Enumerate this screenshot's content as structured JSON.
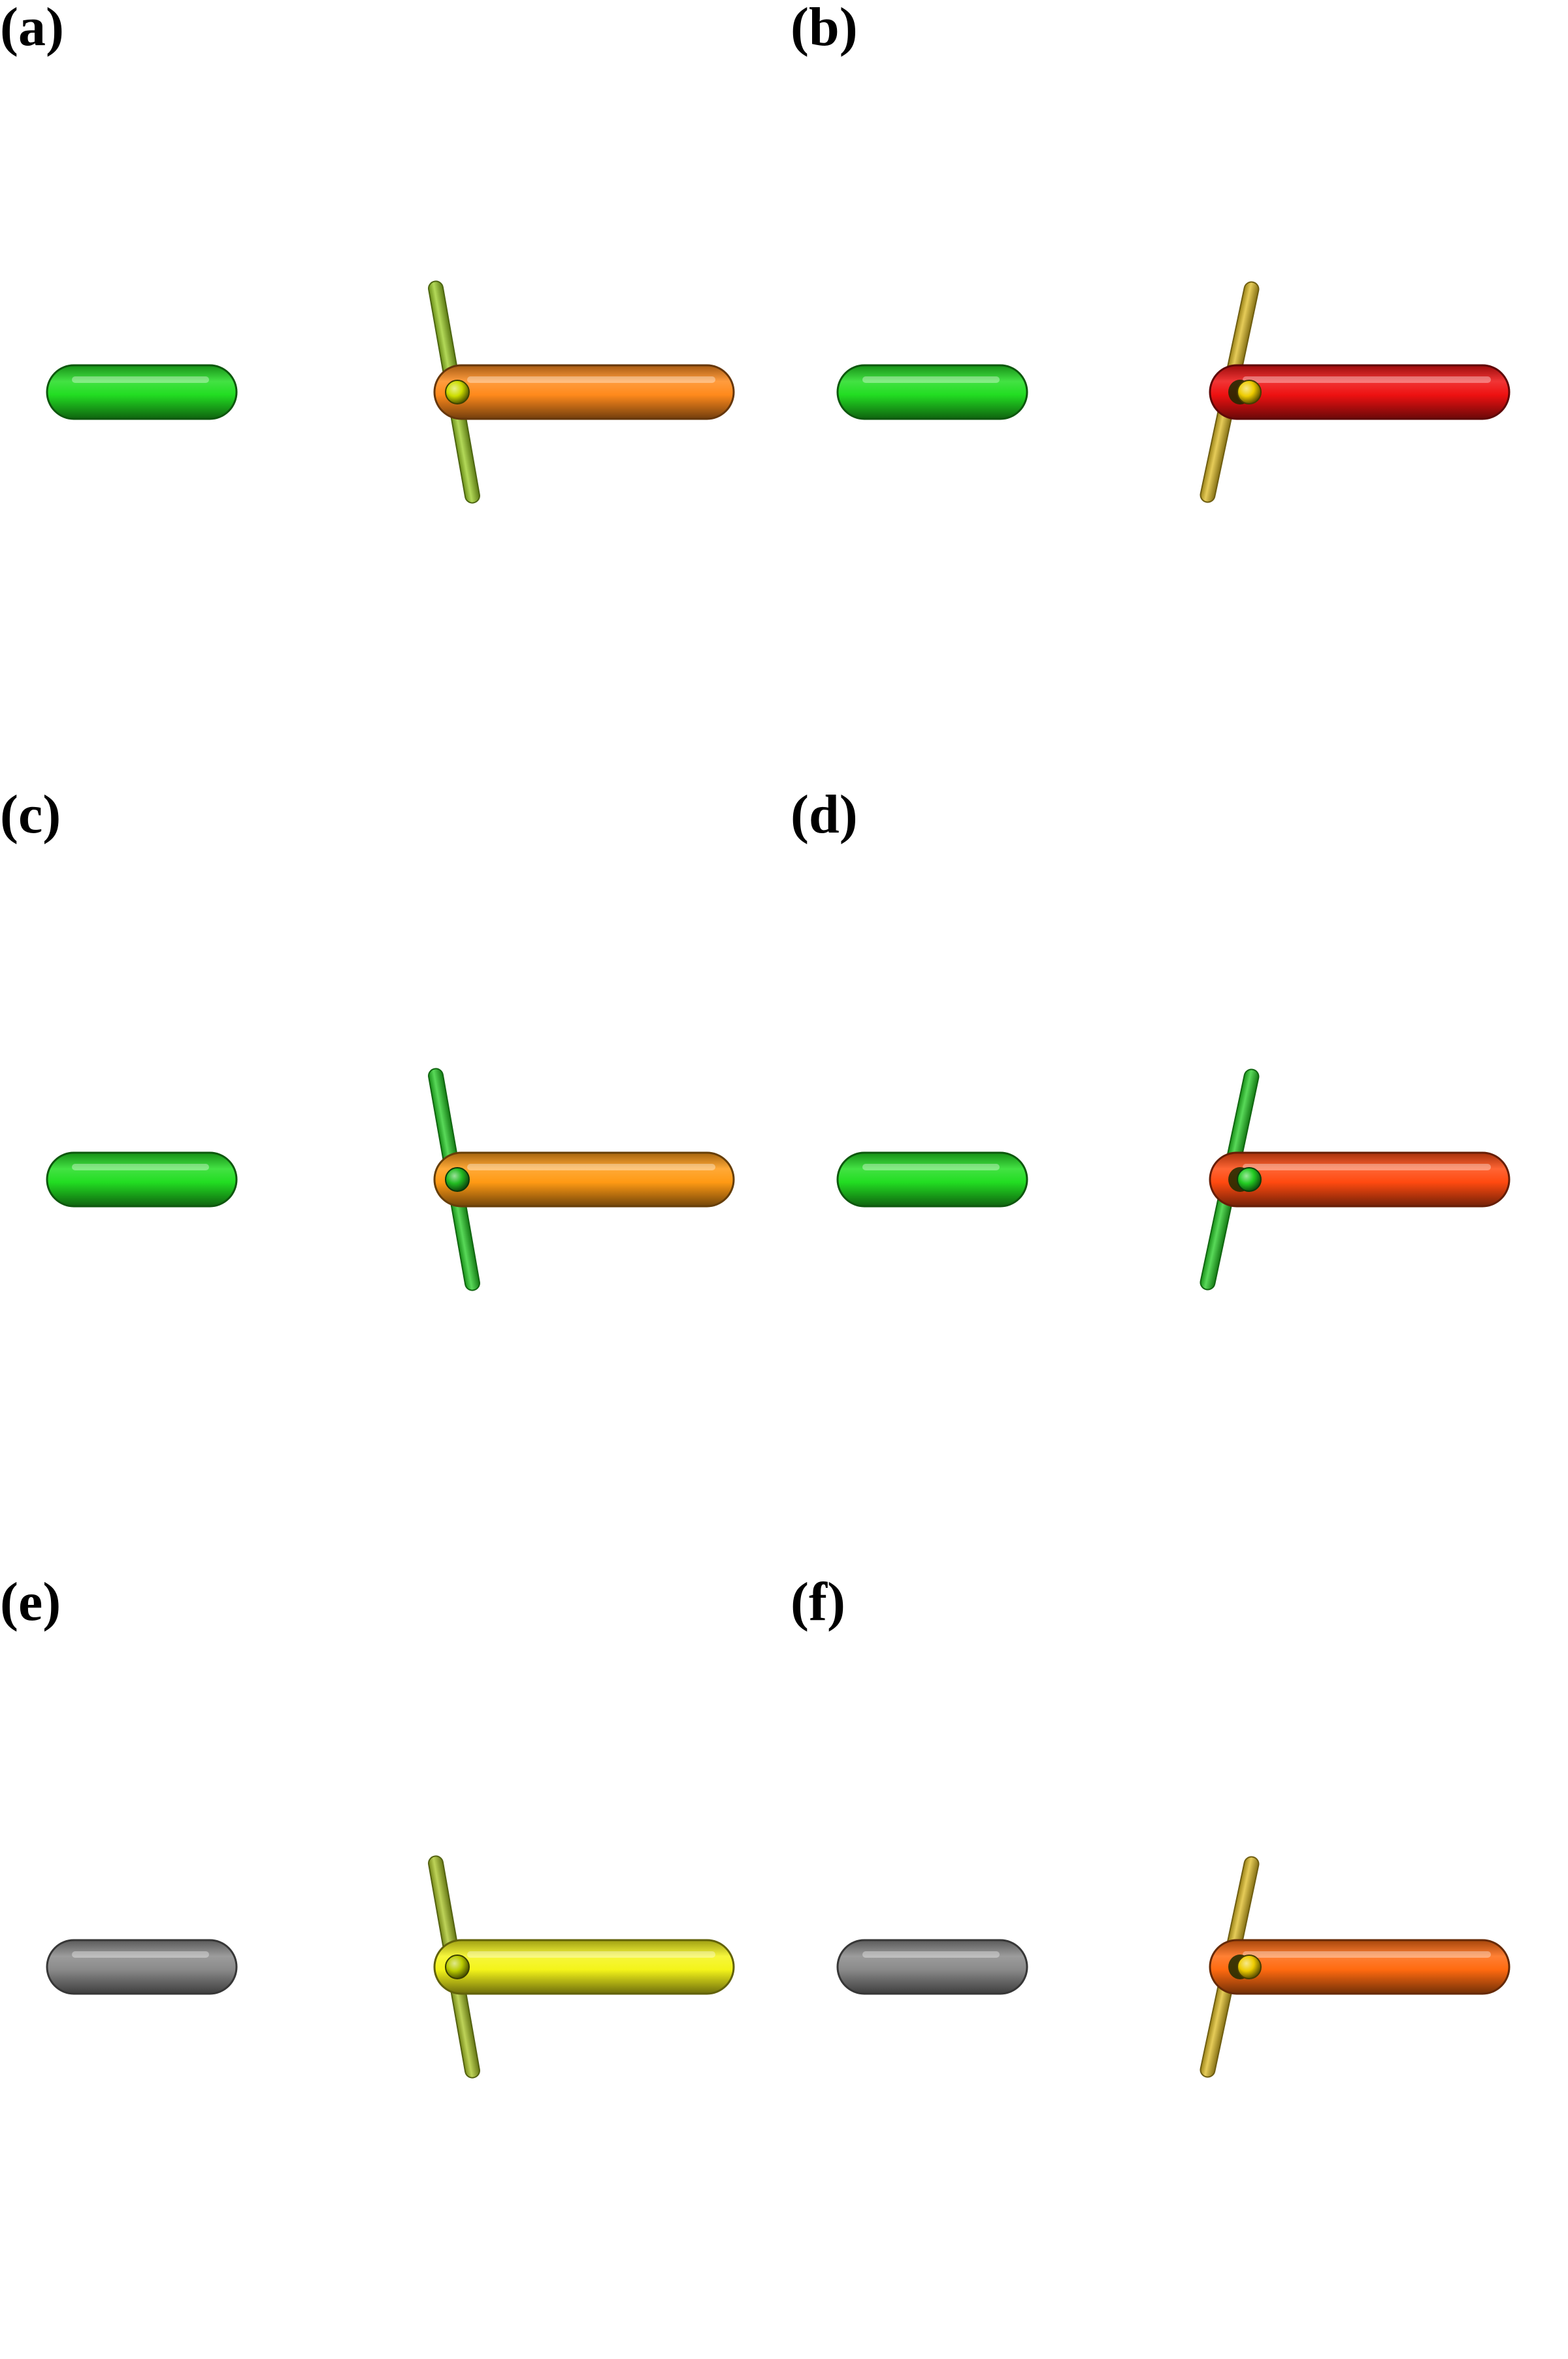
{
  "panels": [
    {
      "label": "(a)",
      "left_rod_color": "#22dd22",
      "main_rod_color": "#ff8a1c",
      "cross_rod_color": "#99cc22",
      "end_ball_color": "#ccdd00"
    },
    {
      "label": "(b)",
      "left_rod_color": "#22dd22",
      "main_rod_color": "#ee1111",
      "cross_rod_color": "#ddbb22",
      "end_ball_color": "#eecc00"
    },
    {
      "label": "(c)",
      "left_rod_color": "#22dd22",
      "main_rod_color": "#ff9a14",
      "cross_rod_color": "#22cc22",
      "end_ball_color": "#22bb22"
    },
    {
      "label": "(d)",
      "left_rod_color": "#22dd22",
      "main_rod_color": "#ff4a10",
      "cross_rod_color": "#22cc22",
      "end_ball_color": "#22cc22"
    },
    {
      "label": "(e)",
      "left_rod_color": "#8a8a8a",
      "main_rod_color": "#f4f41a",
      "cross_rod_color": "#a8c422",
      "end_ball_color": "#bbcc00"
    },
    {
      "label": "(f)",
      "left_rod_color": "#8a8a8a",
      "main_rod_color": "#ff6a10",
      "cross_rod_color": "#ddbb22",
      "end_ball_color": "#eecc00"
    }
  ]
}
